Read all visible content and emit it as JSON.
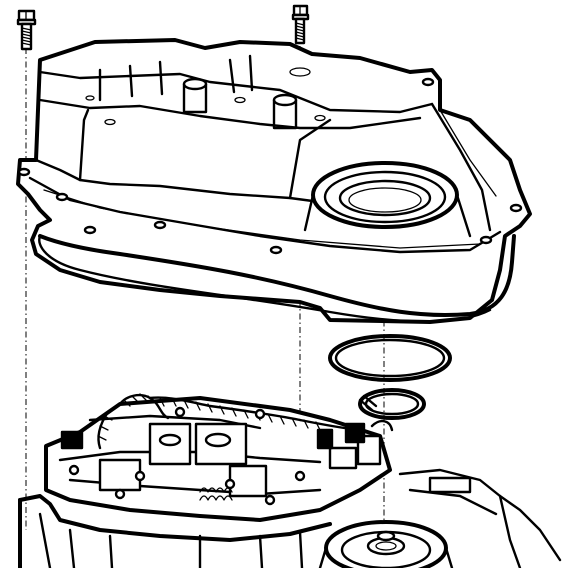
{
  "figure": {
    "description_label": "",
    "ink_color": "#000000",
    "background_color": "#ffffff",
    "parts": {
      "bolts": "bolt-icon",
      "cover": "transmission-cover",
      "gasket": "gasket",
      "large_seal": "o-ring-seal",
      "small_seal": "snap-ring-seal",
      "valve_body": "valve-body-assembly",
      "case": "transmission-case"
    }
  }
}
